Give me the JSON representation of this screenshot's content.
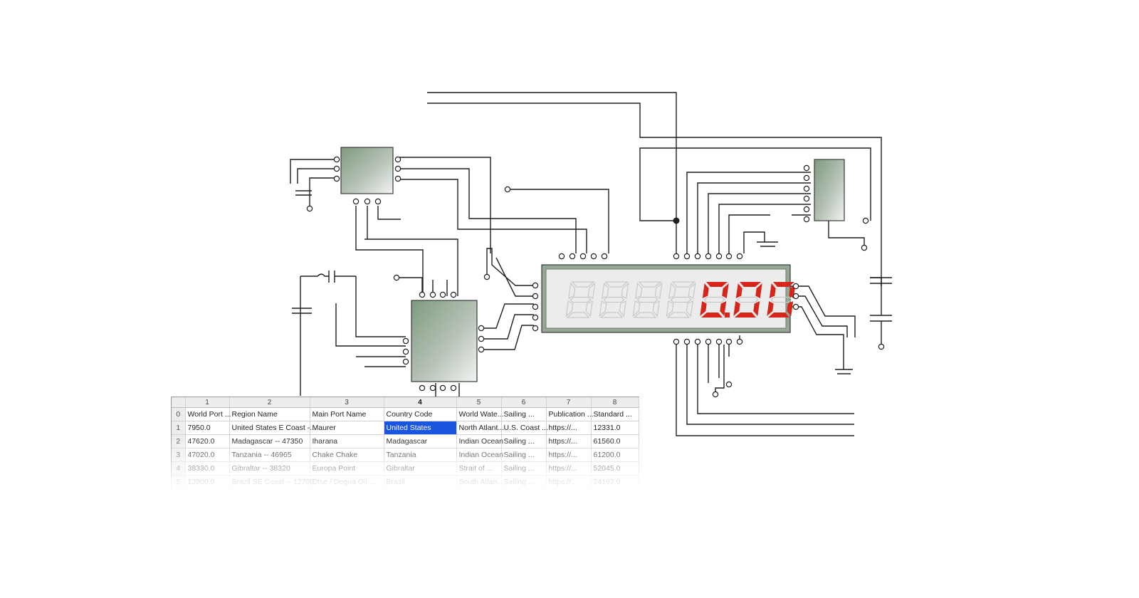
{
  "display": {
    "readout": "0.00",
    "digit_count": 7,
    "active_digit_color": "#d6261c",
    "inactive_segment_color": "#c4cbc4"
  },
  "spreadsheet": {
    "column_headers": [
      "1",
      "2",
      "3",
      "4",
      "5",
      "6",
      "7",
      "8"
    ],
    "active_column": "4",
    "row_headers": [
      "0",
      "1",
      "2",
      "3",
      "4",
      "5"
    ],
    "selected_cell": {
      "row": 1,
      "col": 3
    },
    "rows": [
      [
        "World Port ...",
        "Region Name",
        "Main Port Name",
        "Country Code",
        "World Wate...",
        "Sailing ...",
        "Publication ...",
        "Standard ..."
      ],
      [
        "7950.0",
        "United States E Coast -...",
        "Maurer",
        "United States",
        "North Atlant...",
        "U.S. Coast ...",
        "https://...",
        "12331.0"
      ],
      [
        "47620.0",
        "Madagascar -- 47350",
        "Iharana",
        "Madagascar",
        "Indian Ocean",
        "Sailing ...",
        "https://...",
        "61560.0"
      ],
      [
        "47020.0",
        "Tanzania -- 46965",
        "Chake Chake",
        "Tanzania",
        "Indian Ocean",
        "Sailing ...",
        "https://...",
        "61200.0"
      ],
      [
        "38330.0",
        "Gibraltar -- 38320",
        "Europa Point",
        "Gibraltar",
        "Strait of ...",
        "Sailing ...",
        "https://...",
        "52045.0"
      ],
      [
        "12900.0",
        "Brazil SE Coast -- 12700",
        "Dtse / Degua Oil ...",
        "Brazil",
        "South Atlan...",
        "Sailing ...",
        "https://...",
        "24162.0"
      ]
    ]
  }
}
